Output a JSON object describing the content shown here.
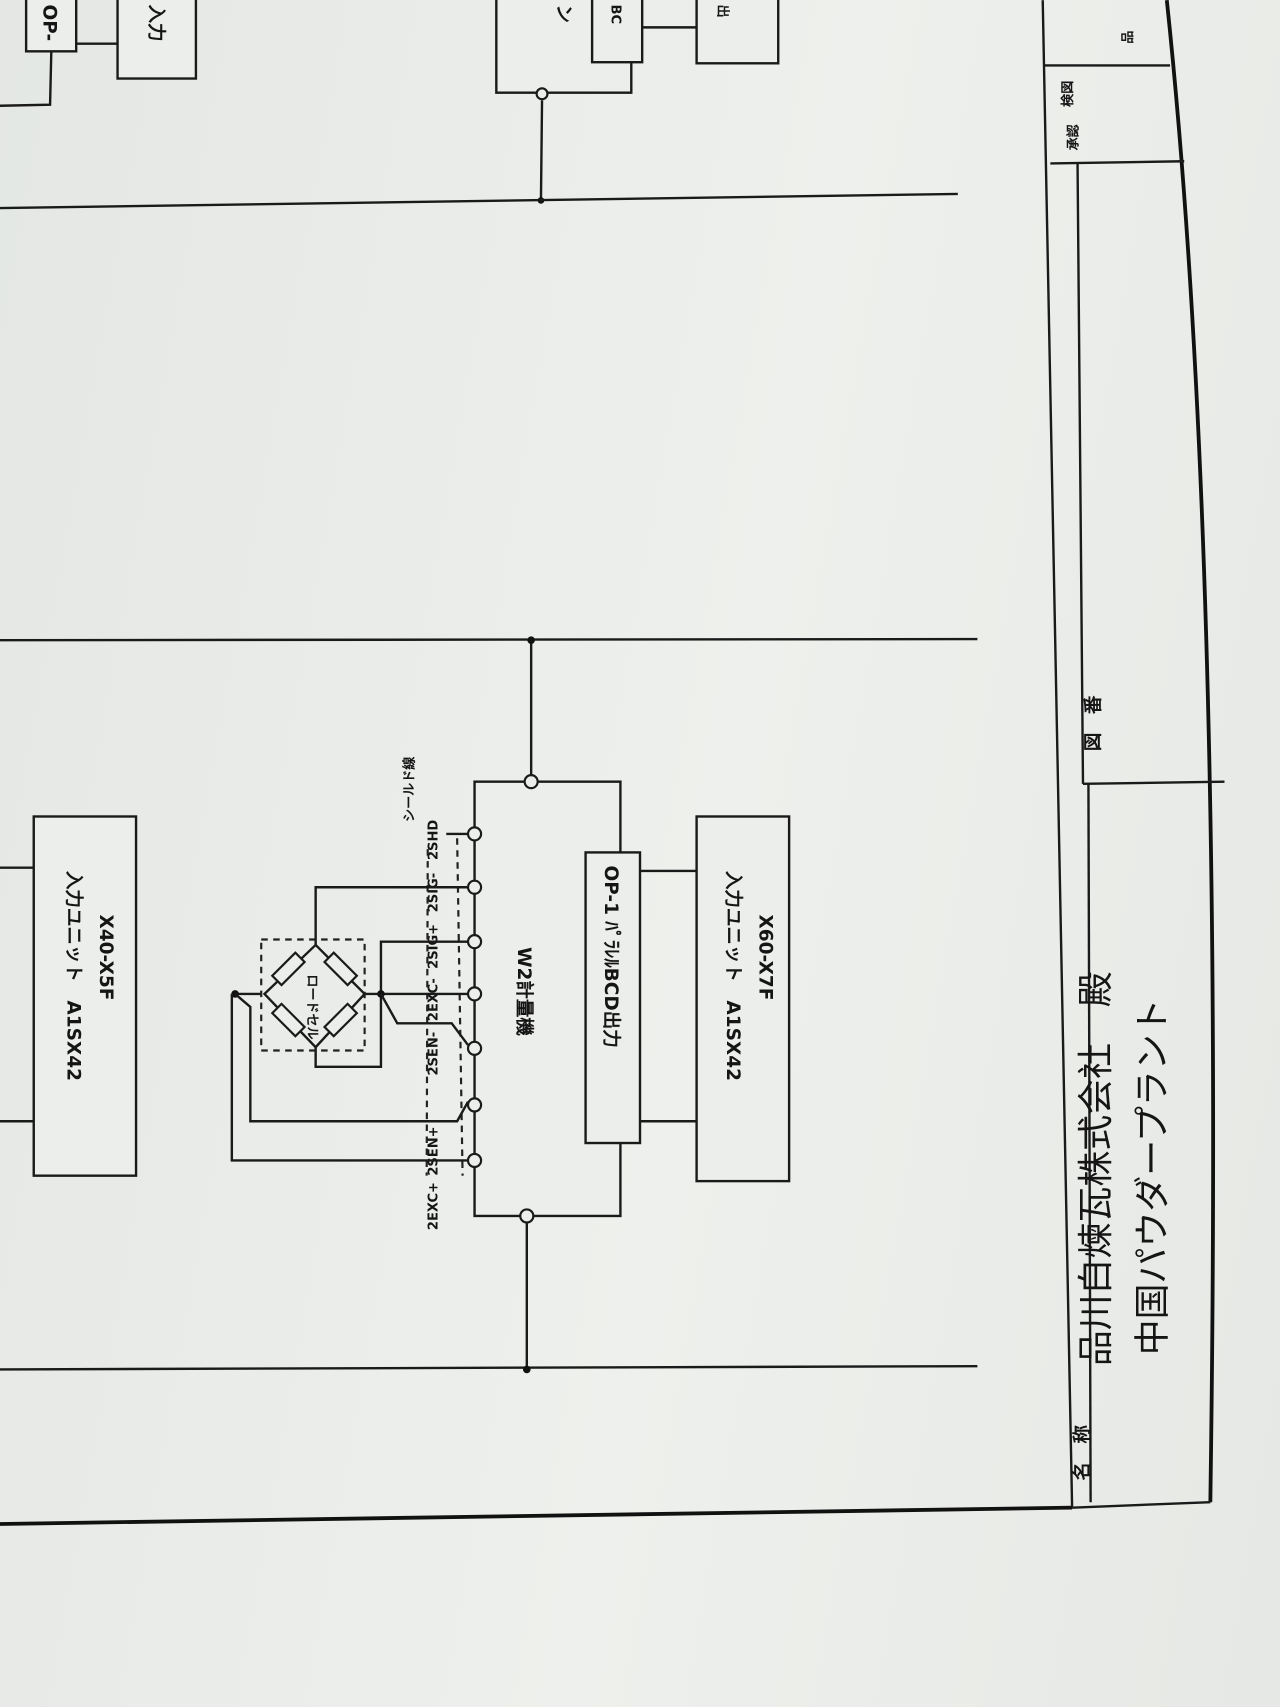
{
  "drawing": {
    "top_left_boxes": {
      "op_box": "OP-",
      "input_box": "入力"
    },
    "top_center_boxes": {
      "main_box": "ン",
      "bcd_box": "BC",
      "output_box": "出"
    },
    "weigher": {
      "label": "W2計量機",
      "option_board": "OP-1 ﾊﾟﾗﾚﾙBCD出力",
      "terminals": [
        "2SHD",
        "2SIG-",
        "2SIG+",
        "2EXC-",
        "2SEN-",
        "2SEN+",
        "2EXC+"
      ],
      "shield_label": "シールド線",
      "load_cell_label": "ロードセル"
    },
    "input_unit_left": {
      "line1": "入力ユニット　A1SX42",
      "line2": "X40-X5F"
    },
    "input_unit_right": {
      "line1": "入力ユニット　A1SX42",
      "line2": "X60-X7F"
    }
  },
  "title_block": {
    "name_label": "名　称",
    "customer": "品川白煉瓦株式会社　殿",
    "project": "中国パウダープラント",
    "drawing_no_label": "図　番",
    "corner_cells": [
      "品",
      "検図",
      "承認"
    ]
  }
}
